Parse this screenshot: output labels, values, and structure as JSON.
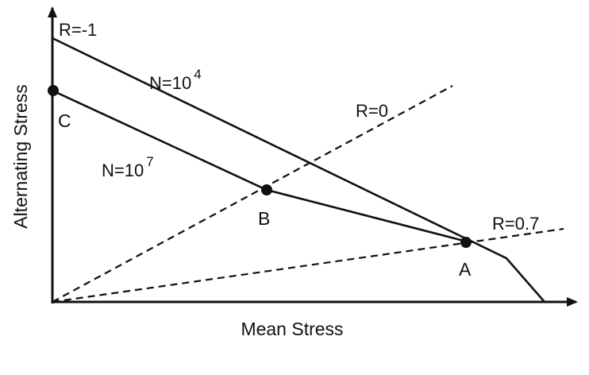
{
  "axes": {
    "x_label": "Mean Stress",
    "y_label": "Alternating Stress"
  },
  "lines": {
    "r_neg1": "R=-1",
    "r_0": "R=0",
    "r_07": "R=0.7",
    "n_1e4_base": "N=10",
    "n_1e4_exp": "4",
    "n_1e7_base": "N=10",
    "n_1e7_exp": "7"
  },
  "points": {
    "a": "A",
    "b": "B",
    "c": "C"
  },
  "colors": {
    "ink": "#111111",
    "background": "#ffffff"
  }
}
